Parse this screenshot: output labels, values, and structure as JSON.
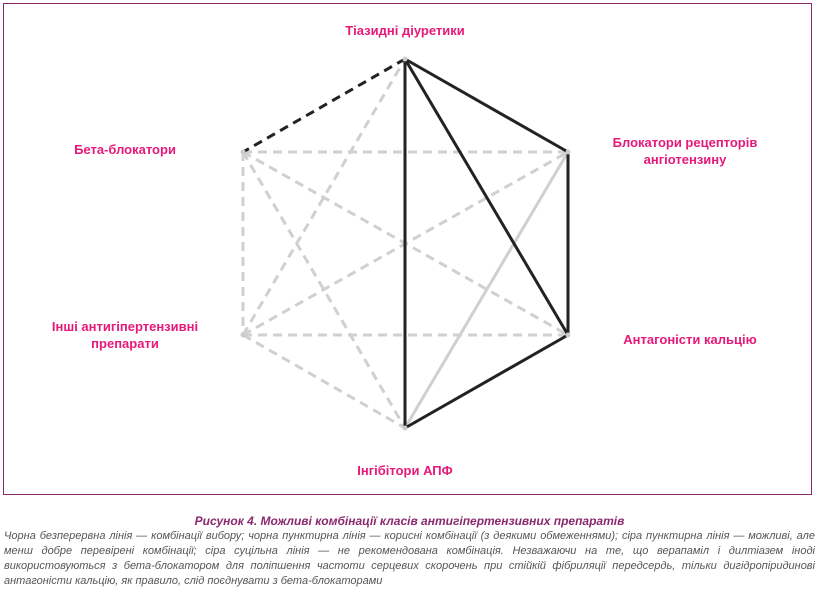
{
  "nodes": {
    "thiazide": "Тіазидні діуретики",
    "arb_line1": "Блокатори рецепторів",
    "arb_line2": "ангіотензину",
    "ccb": "Антагоністи кальцію",
    "acei": "Інгібітори АПФ",
    "other_line1": "Інші антигіпертензивні",
    "other_line2": "препарати",
    "bb": "Бета-блокатори"
  },
  "edges": [
    {
      "from": "thiazide",
      "to": "arb",
      "style": "black-solid"
    },
    {
      "from": "thiazide",
      "to": "ccb",
      "style": "black-solid"
    },
    {
      "from": "thiazide",
      "to": "acei",
      "style": "black-solid"
    },
    {
      "from": "arb",
      "to": "ccb",
      "style": "black-solid"
    },
    {
      "from": "ccb",
      "to": "acei",
      "style": "black-solid"
    },
    {
      "from": "thiazide",
      "to": "bb",
      "style": "black-dashed"
    },
    {
      "from": "arb",
      "to": "acei",
      "style": "gray-solid"
    },
    {
      "from": "bb",
      "to": "arb",
      "style": "gray-dashed"
    },
    {
      "from": "bb",
      "to": "ccb",
      "style": "gray-dashed"
    },
    {
      "from": "bb",
      "to": "acei",
      "style": "gray-dashed"
    },
    {
      "from": "bb",
      "to": "other",
      "style": "gray-dashed"
    },
    {
      "from": "other",
      "to": "thiazide",
      "style": "gray-dashed"
    },
    {
      "from": "other",
      "to": "arb",
      "style": "gray-dashed"
    },
    {
      "from": "other",
      "to": "ccb",
      "style": "gray-dashed"
    },
    {
      "from": "other",
      "to": "acei",
      "style": "gray-dashed"
    }
  ],
  "caption": {
    "title": "Рисунок 4.  Можливі комбінації класів антигіпертензивних препаратів",
    "body": "Чорна безперервна лінія  — комбінації вибору; чорна пунктирна лінія — корисні комбінації (з деякими обмеженнями); сіра пунктирна лінія — можливі, але менш добре перевірені комбінації; сіра суцільна лінія — не рекомендована комбінація. Незважаючи на те, що верапаміл і дилтіазем іноді використовуються з бета-блокатором для поліпшення частоти серцевих скорочень при стійкій фібриляції передсердь, тільки дигідропіридинові антагоністи кальцію, як правило, слід поєднувати з бета-блокаторами"
  },
  "colors": {
    "label": "#e6197a",
    "frame": "#8a2a6e",
    "black_line": "#222222",
    "gray_line": "#d0d0d0"
  }
}
